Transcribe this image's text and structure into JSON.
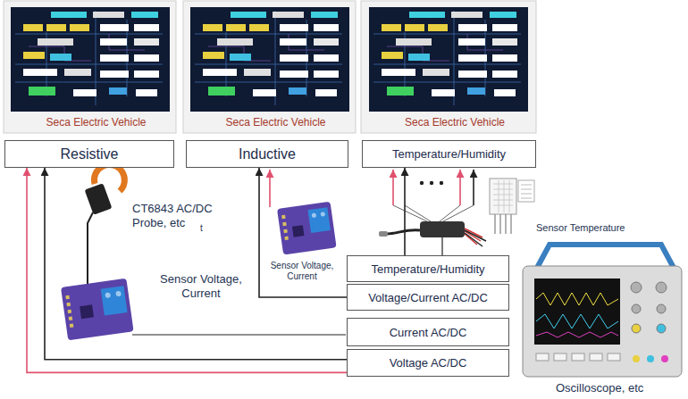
{
  "diagram": {
    "nodes": [
      {
        "text": [
          "Seca Electric Vehicle"
        ]
      },
      {
        "text": [
          "Seca Electric Vehicle"
        ]
      },
      {
        "text": [
          "Seca Electric Vehicle"
        ]
      },
      {
        "text": [
          "Resistive"
        ]
      },
      {
        "text": [
          "Inductive"
        ]
      },
      {
        "text": [
          "Temperature/Humidity"
        ]
      },
      {
        "text": [
          "Temperature/Humidity"
        ]
      },
      {
        "text": [
          "Voltage/Current AC/DC"
        ]
      },
      {
        "text": [
          "Current AC/DC"
        ]
      },
      {
        "text": [
          "Voltage AC/DC"
        ]
      }
    ],
    "edges": [
      {
        "from": 9,
        "to": 3,
        "arrow": "to"
      },
      {
        "from": 9,
        "to": 3,
        "arrow": "to"
      },
      {
        "from": 7,
        "to": 4,
        "arrow": "to"
      },
      {
        "from": 6,
        "to": 5,
        "arrow": "to"
      }
    ],
    "labels": [
      "CT6843 AC/DC Probe, etc",
      "t",
      "Sensor Voltage, Current",
      "Sensor Voltage, Current",
      "Sensor Temperature",
      "Oscilloscope, etc"
    ]
  }
}
